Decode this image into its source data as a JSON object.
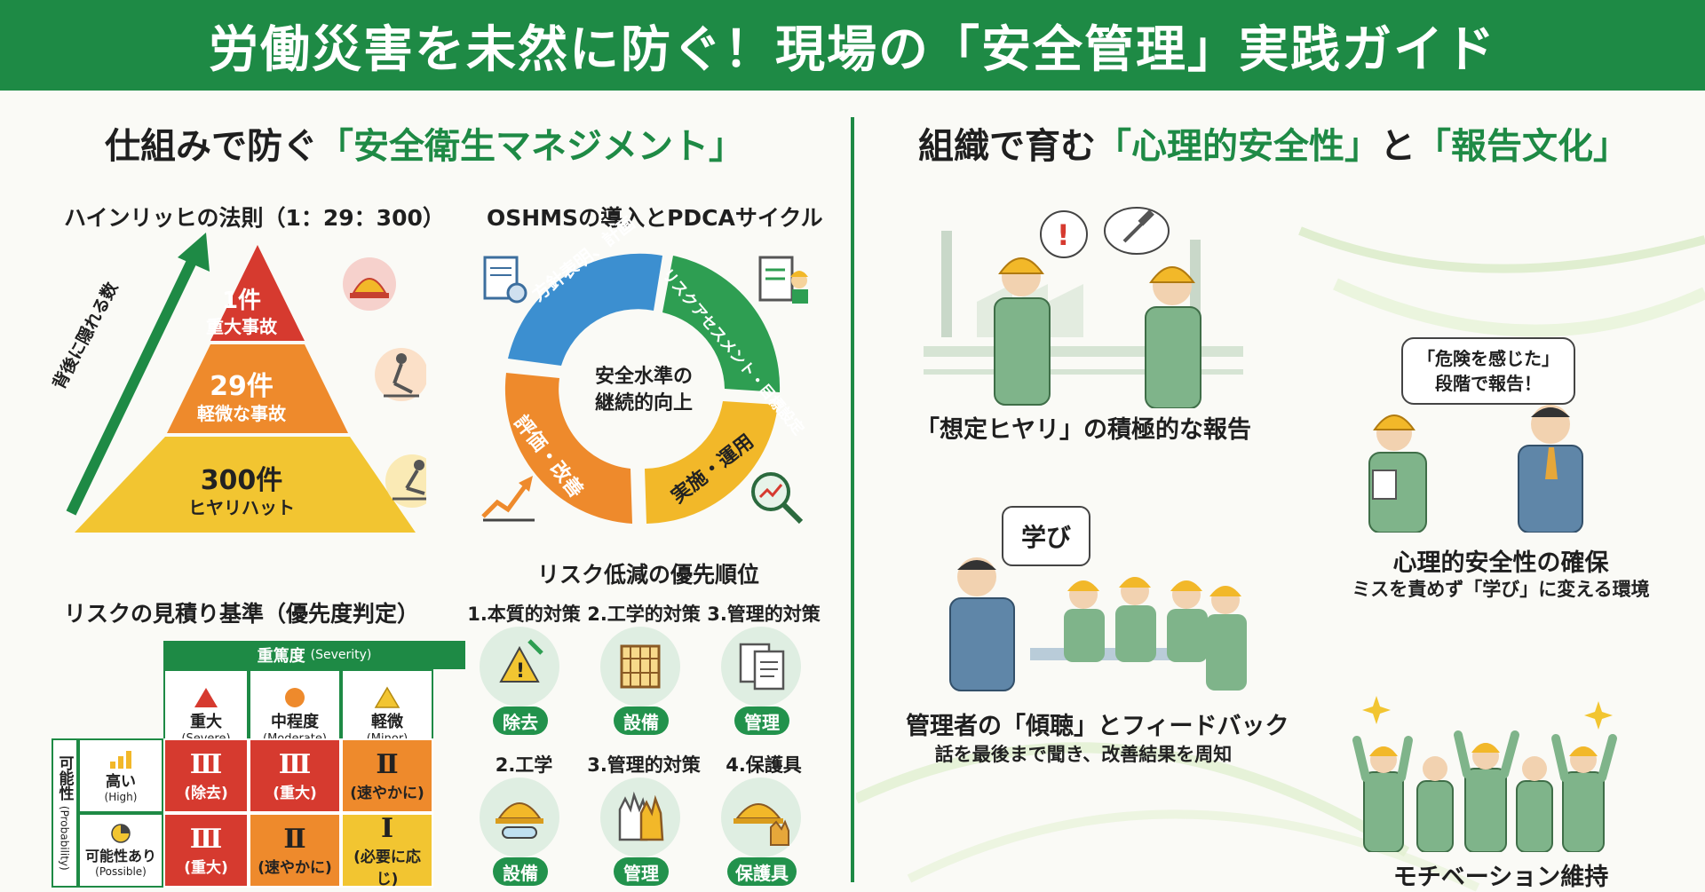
{
  "header": {
    "title": "労働災害を未然に防ぐ！現場の「安全管理」実践ガイド"
  },
  "left": {
    "title_prefix": "仕組みで防ぐ",
    "title_highlight": "「安全衛生マネジメント」",
    "heinrich": {
      "title": "ハインリッヒの法則（1：29：300）",
      "arrow_label": "背後に隠れる数",
      "tiers": [
        {
          "count": "1件",
          "label": "重大事故",
          "color": "#d63a2f",
          "icon": "hazard-hardhat-icon"
        },
        {
          "count": "29件",
          "label": "軽微な事故",
          "color": "#ee8a2c",
          "icon": "slipping-worker-icon"
        },
        {
          "count": "300件",
          "label": "ヒヤリハット",
          "color": "#f2c531",
          "icon": "near-miss-worker-icon"
        }
      ]
    },
    "pdca": {
      "title": "OSHMSの導入とPDCAサイクル",
      "center": [
        "安全水準の",
        "継続的向上"
      ],
      "segments": [
        {
          "label": "方針表明、計画",
          "color": "#3c8fd0"
        },
        {
          "label": "リスクアセスメント・目標設定",
          "color": "#2e9e52"
        },
        {
          "label": "実施・運用",
          "color": "#f2b829"
        },
        {
          "label": "評価・改善",
          "color": "#ee8a2c"
        }
      ],
      "icons": [
        "document-gear-icon",
        "clipboard-worker-icon",
        "growth-chart-icon",
        "magnifier-chart-icon"
      ]
    },
    "risk_table": {
      "title": "リスクの見積り基準（優先度判定）",
      "severity_header": "重篤度",
      "severity_header_en": "(Severity)",
      "probability_header": "可能性",
      "probability_header_en": "(Probability)",
      "columns": [
        {
          "label": "重大",
          "en": "(Severe)",
          "icon": "triangle-warning-icon",
          "color": "#d63a2f"
        },
        {
          "label": "中程度",
          "en": "(Moderate)",
          "icon": "circle-warning-icon",
          "color": "#ee8a2c"
        },
        {
          "label": "軽微",
          "en": "(Minor)",
          "icon": "triangle-caution-icon",
          "color": "#f2c531"
        }
      ],
      "rows": [
        {
          "label": "高い",
          "en": "(High)",
          "icon": "bar-chart-icon",
          "cells": [
            {
              "rank": "Ⅲ",
              "text": "(除去)",
              "color": "#d63a2f"
            },
            {
              "rank": "Ⅲ",
              "text": "(重大)",
              "color": "#d63a2f"
            },
            {
              "rank": "Ⅱ",
              "text": "(速やかに)",
              "color": "#ee8a2c"
            }
          ]
        },
        {
          "label": "可能性あり",
          "en": "(Possible)",
          "icon": "pie-chart-icon",
          "cells": [
            {
              "rank": "Ⅲ",
              "text": "(重大)",
              "color": "#d63a2f"
            },
            {
              "rank": "Ⅱ",
              "text": "(速やかに)",
              "color": "#ee8a2c"
            },
            {
              "rank": "Ⅰ",
              "text": "(必要に応じ)",
              "color": "#f2c531"
            }
          ]
        }
      ]
    },
    "priority": {
      "title": "リスク低減の優先順位",
      "row1": [
        {
          "heading": "1.本質的対策",
          "pill": "除去",
          "icon": "hazard-removal-icon"
        },
        {
          "heading": "2.工学的対策",
          "pill": "設備",
          "icon": "safety-fence-icon"
        },
        {
          "heading": "3.管理的対策",
          "pill": "管理",
          "icon": "manual-documents-icon"
        }
      ],
      "row2": [
        {
          "heading": "2.工学",
          "pill": "設備",
          "icon": "goggles-helmet-icon"
        },
        {
          "heading": "3.管理的対策",
          "pill": "管理",
          "icon": "gloves-icon"
        },
        {
          "heading": "4.保護具",
          "pill": "保護具",
          "icon": "helmet-gloves-icon"
        }
      ]
    }
  },
  "right": {
    "title_prefix": "組織で育む",
    "title_highlight1": "「心理的安全性」",
    "title_mid": "と",
    "title_highlight2": "「報告文化」",
    "panels": {
      "report": {
        "caption": "「想定ヒヤリ」の積極的な報告"
      },
      "safety": {
        "bubble": [
          "「危険を感じた」",
          "段階で報告！"
        ],
        "caption": "心理的安全性の確保",
        "sub": "ミスを責めず「学び」に変える環境"
      },
      "listen": {
        "bubble": "学び",
        "caption": "管理者の「傾聴」とフィードバック",
        "sub": "話を最後まで聞き、改善結果を周知"
      },
      "motivation": {
        "caption": "モチベーション維持"
      }
    }
  },
  "colors": {
    "brand_green": "#1e8a45",
    "red": "#d63a2f",
    "orange": "#ee8a2c",
    "yellow": "#f2c531",
    "blue": "#3c8fd0"
  }
}
